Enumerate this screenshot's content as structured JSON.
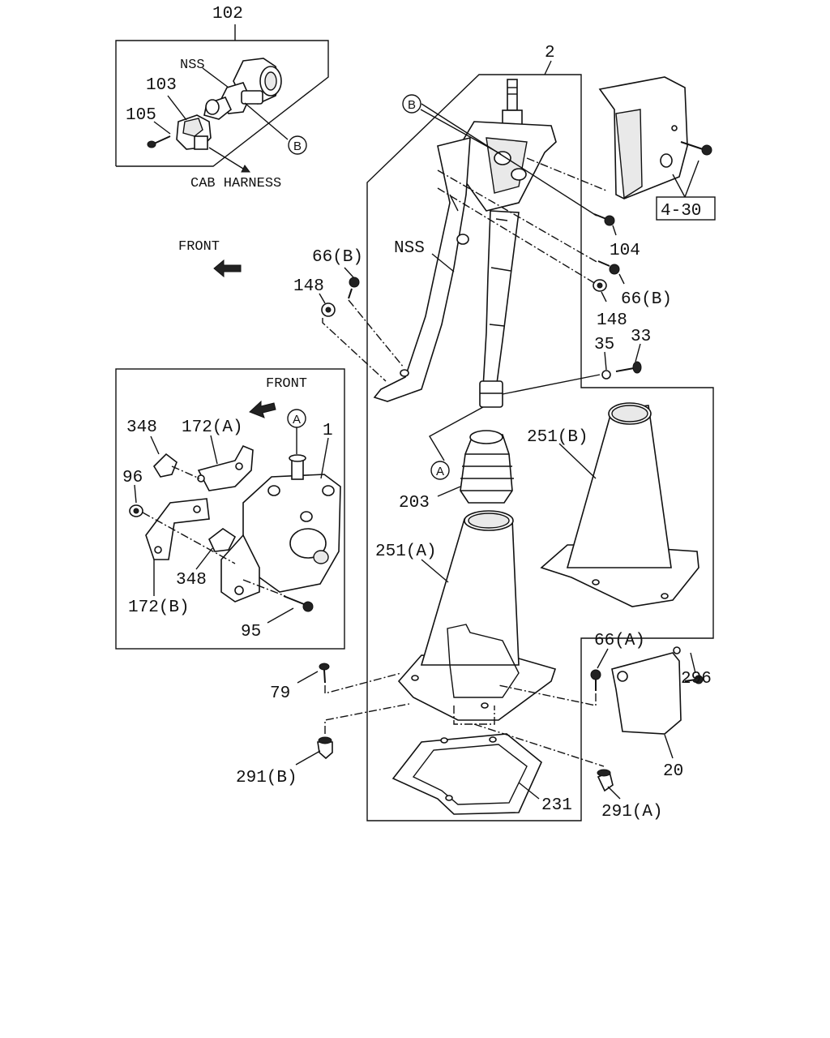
{
  "callouts": {
    "c102": "102",
    "nss_top": "NSS",
    "c103": "103",
    "c105": "105",
    "circ_b_top": "B",
    "cab_harness": "CAB HARNESS",
    "front_top": "FRONT",
    "c2": "2",
    "circ_b_main": "B",
    "c4_30": "4-30",
    "c104": "104",
    "nss_main": "NSS",
    "c66b_left": "66(B)",
    "c148_left": "148",
    "c66b_right": "66(B)",
    "c148_right": "148",
    "c35": "35",
    "c33": "33",
    "front_inset": "FRONT",
    "circ_a_inset": "A",
    "c348_top": "348",
    "c172a": "172(A)",
    "c1": "1",
    "c96": "96",
    "c348_bottom": "348",
    "c172b": "172(B)",
    "c95": "95",
    "c251b": "251(B)",
    "circ_a_main": "A",
    "c203": "203",
    "c251a": "251(A)",
    "c66a": "66(A)",
    "c296": "296",
    "c79": "79",
    "c20": "20",
    "c291b": "291(B)",
    "c231": "231",
    "c291a": "291(A)"
  }
}
